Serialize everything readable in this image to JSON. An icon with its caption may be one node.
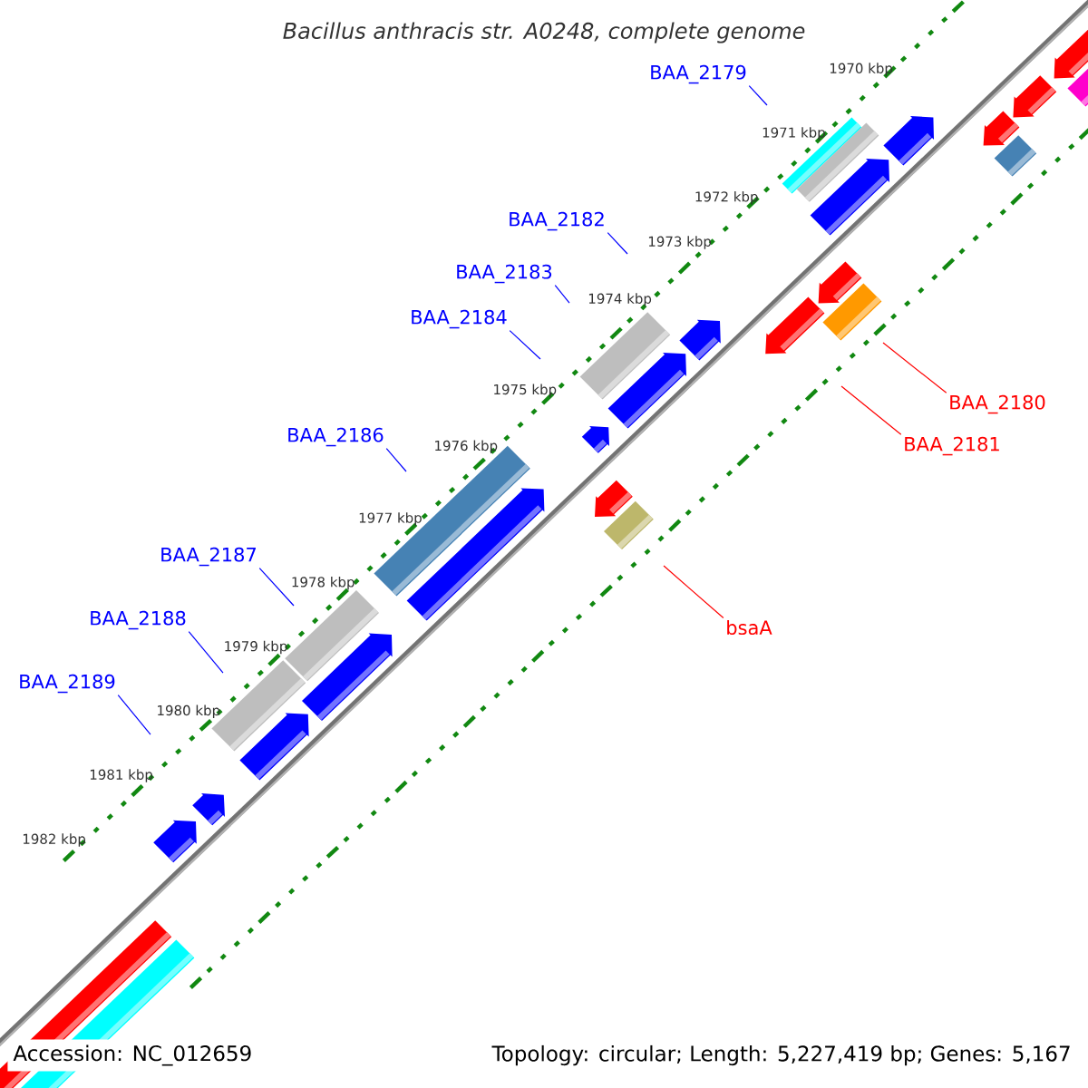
{
  "diagram": {
    "title": "*Bacillus anthracis* str. A0248, complete genome",
    "nodes": [
      {
        "text": [
          "BAA_2179"
        ]
      },
      {
        "text": [
          "BAA_2182"
        ]
      },
      {
        "text": [
          "BAA_2183"
        ]
      },
      {
        "text": [
          "BAA_2184"
        ]
      },
      {
        "text": [
          "BAA_2180"
        ]
      },
      {
        "text": [
          "BAA_2186"
        ]
      },
      {
        "text": [
          "BAA_2181"
        ]
      },
      {
        "text": [
          "BAA_2187"
        ]
      },
      {
        "text": [
          "BAA_2188"
        ]
      },
      {
        "text": [
          "bsaA"
        ]
      },
      {
        "text": [
          "BAA_2189"
        ]
      }
    ],
    "edges": [
      {
        "from": 0,
        "to": null,
        "arrow": "none"
      },
      {
        "from": 1,
        "to": null,
        "arrow": "none"
      },
      {
        "from": 2,
        "to": null,
        "arrow": "none"
      },
      {
        "from": 3,
        "to": null,
        "arrow": "none"
      },
      {
        "from": 4,
        "to": null,
        "arrow": "none",
        "color": "#ff0000"
      },
      {
        "from": 5,
        "to": null,
        "arrow": "none"
      },
      {
        "from": 6,
        "to": null,
        "arrow": "none",
        "color": "#ff0000"
      },
      {
        "from": 7,
        "to": null,
        "arrow": "none"
      },
      {
        "from": 8,
        "to": null,
        "arrow": "none"
      },
      {
        "from": 9,
        "to": null,
        "arrow": "none",
        "color": "#ff0000"
      },
      {
        "from": 10,
        "to": null,
        "arrow": "none"
      }
    ],
    "labels": [
      "1970 kbp",
      "1971 kbp",
      "1972 kbp",
      "1973 kbp",
      "1974 kbp",
      "1975 kbp",
      "1976 kbp",
      "1977 kbp",
      "1978 kbp",
      "1979 kbp",
      "1980 kbp",
      "1981 kbp",
      "1982 kbp",
      "Accession: NC_012659",
      "Topology: circular; Length: 5,227,419 bp; Genes: 5,167"
    ]
  }
}
